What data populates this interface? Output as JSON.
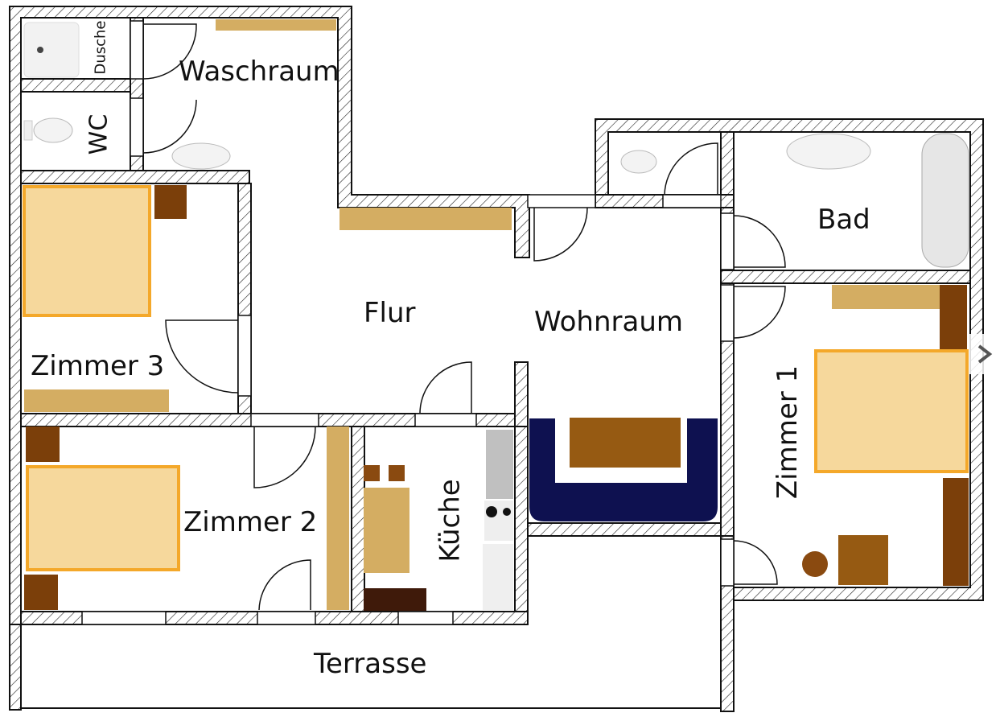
{
  "title": "Grundriss Wohnung",
  "rooms": {
    "waschraum": "Waschraum",
    "dusche": "Dusche",
    "wc": "WC",
    "zimmer3": "Zimmer 3",
    "flur": "Flur",
    "wohnraum": "Wohnraum",
    "bad": "Bad",
    "zimmer1": "Zimmer 1",
    "zimmer2": "Zimmer 2",
    "kueche": "Küche",
    "terrasse": "Terrasse"
  },
  "colors": {
    "wall_outline": "#111111",
    "wood_light": "#d4ad62",
    "wood_dark": "#7b3f0a",
    "wood_mid": "#965a12",
    "wood_darkest": "#3f1a0a",
    "bed_fill": "#f6d89c",
    "bed_frame": "#f4a82a",
    "sofa": "#0e1150",
    "appliance": "#c0c0c0"
  },
  "navigation": {
    "next_icon": "chevron-right-icon"
  }
}
